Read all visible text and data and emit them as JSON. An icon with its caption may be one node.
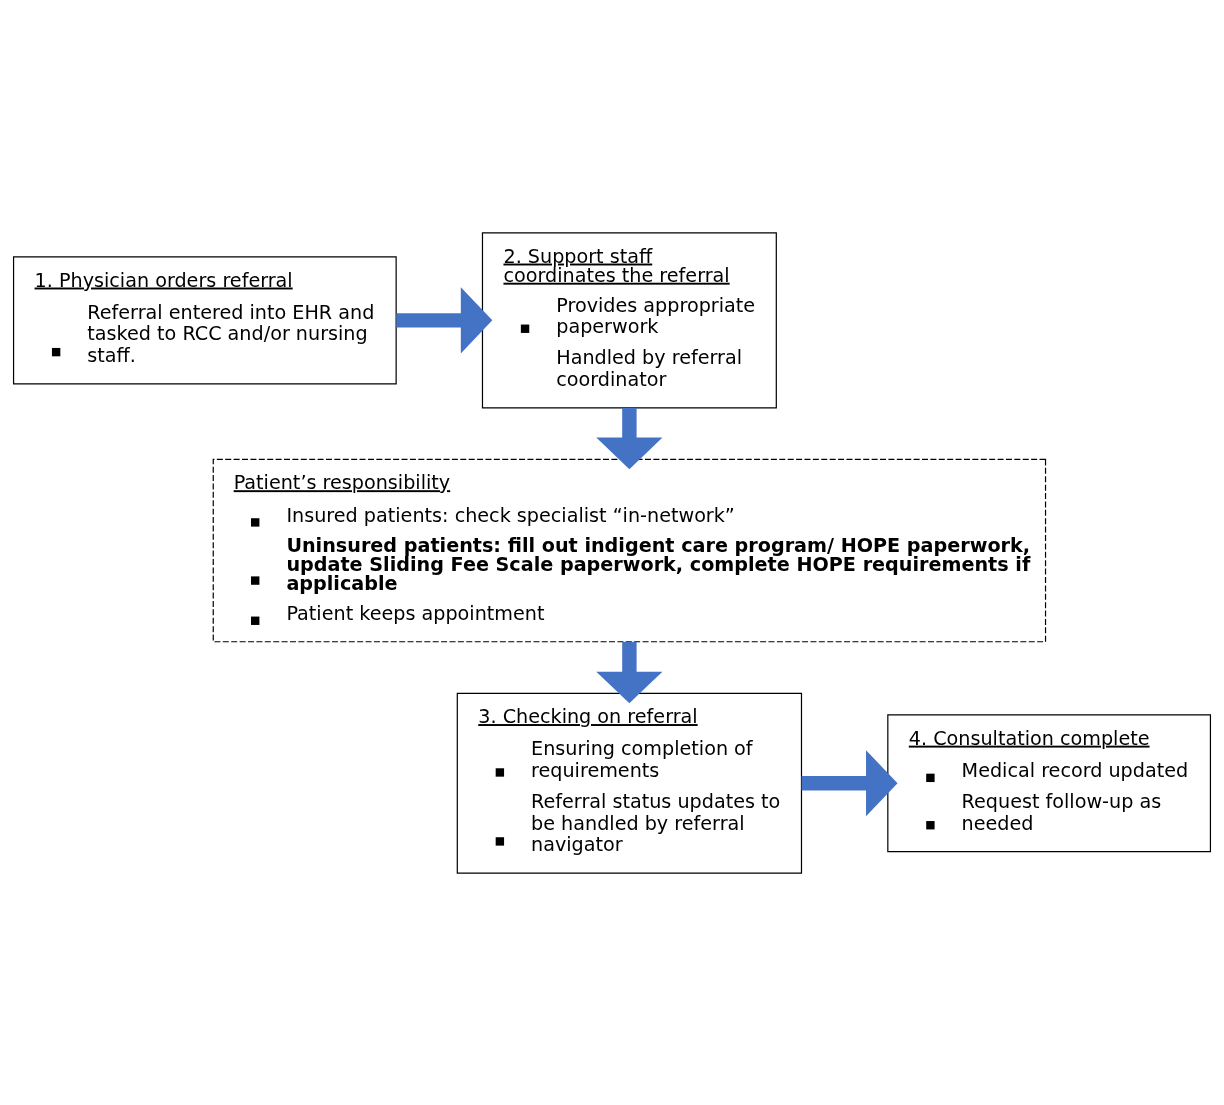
{
  "diagram": {
    "nodes": [
      {
        "text": [
          "1. Physician orders referral",
          "Referral entered into EHR and tasked to RCC and/or nursing staff."
        ]
      },
      {
        "text": [
          "2. Support staff coordinates the referral",
          "Provides appropriate paperwork",
          "Handled by referral coordinator"
        ]
      },
      {
        "text": [
          "Patient’s responsibility",
          "Insured patients: check specialist “in-network”",
          "Uninsured patients: fill out indigent care program/ HOPE paperwork, update Sliding Fee Scale paperwork, complete HOPE requirements if applicable",
          "Patient keeps appointment"
        ]
      },
      {
        "text": [
          "3. Checking on referral",
          "Ensuring completion of requirements",
          "Referral status updates to be handled by referral navigator"
        ]
      },
      {
        "text": [
          "4. Consultation complete",
          "Medical record updated",
          "Request follow-up as needed"
        ]
      }
    ],
    "edges": [
      {
        "from": 0,
        "to": 1,
        "arrow": "to"
      },
      {
        "from": 1,
        "to": 2,
        "arrow": "to"
      },
      {
        "from": 2,
        "to": 3,
        "arrow": "to"
      },
      {
        "from": 3,
        "to": 4,
        "arrow": "to"
      }
    ]
  }
}
